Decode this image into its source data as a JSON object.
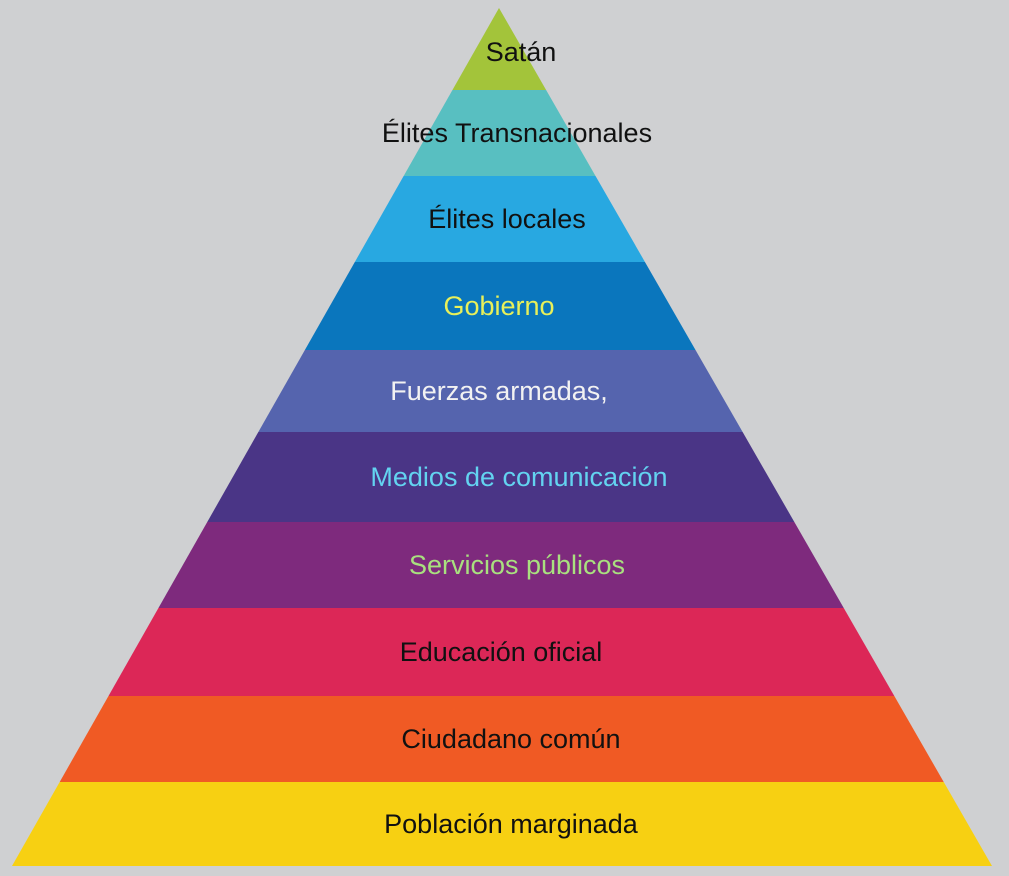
{
  "pyramid": {
    "layers": [
      {
        "label": "Satán",
        "fill": "#a3c43a",
        "text_color": "#111111"
      },
      {
        "label": "Élites Transnacionales",
        "fill": "#58bfc1",
        "text_color": "#111111"
      },
      {
        "label": "Élites locales",
        "fill": "#28a8e1",
        "text_color": "#111111"
      },
      {
        "label": "Gobierno",
        "fill": "#0a76bd",
        "text_color": "#e8f05a"
      },
      {
        "label": "Fuerzas armadas,",
        "fill": "#5564ae",
        "text_color": "#f2f2f2"
      },
      {
        "label": "Medios de comunicación",
        "fill": "#4a3586",
        "text_color": "#63d3f0"
      },
      {
        "label": "Servicios públicos",
        "fill": "#7e2a7d",
        "text_color": "#a9e07f"
      },
      {
        "label": "Educación oficial",
        "fill": "#dc2757",
        "text_color": "#111111"
      },
      {
        "label": "Ciudadano común",
        "fill": "#f05a24",
        "text_color": "#111111"
      },
      {
        "label": "Población marginada",
        "fill": "#f7d012",
        "text_color": "#111111"
      }
    ]
  }
}
